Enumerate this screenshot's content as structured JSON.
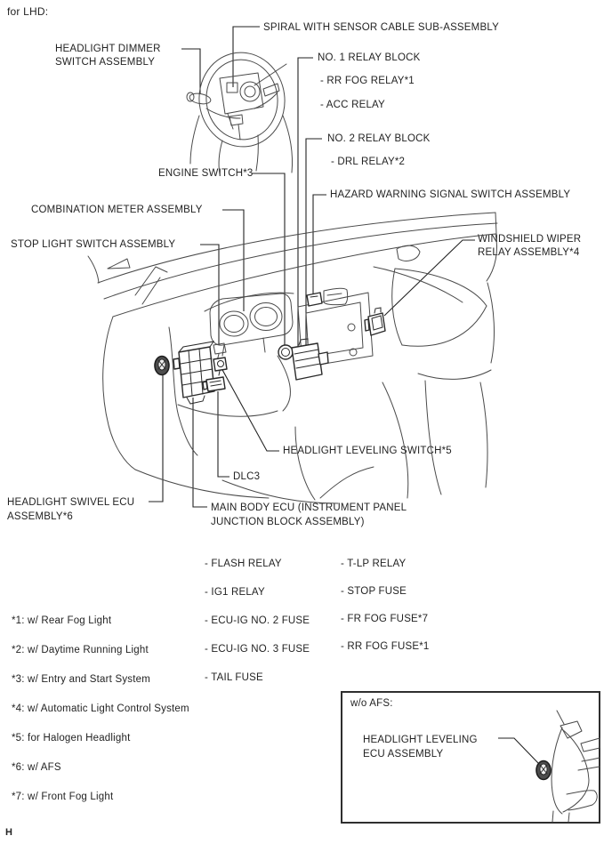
{
  "page": {
    "variant_header": "for LHD:",
    "footer_mark": "H"
  },
  "callouts": {
    "headlight_dimmer": "HEADLIGHT DIMMER\nSWITCH ASSEMBLY",
    "spiral_cable": "SPIRAL WITH SENSOR CABLE SUB-ASSEMBLY",
    "no1_relay_block": "NO. 1 RELAY BLOCK",
    "rr_fog_relay": "- RR FOG RELAY*1",
    "acc_relay": "- ACC RELAY",
    "no2_relay_block": "NO. 2 RELAY BLOCK",
    "drl_relay": "- DRL RELAY*2",
    "engine_switch": "ENGINE SWITCH*3",
    "hazard_switch": "HAZARD WARNING SIGNAL SWITCH ASSEMBLY",
    "combination_meter": "COMBINATION METER ASSEMBLY",
    "stop_light_switch": "STOP LIGHT SWITCH ASSEMBLY",
    "wiper_relay": "WINDSHIELD WIPER\nRELAY ASSEMBLY*4",
    "leveling_switch": "HEADLIGHT LEVELING SWITCH*5",
    "dlc3": "DLC3",
    "swivel_ecu": "HEADLIGHT SWIVEL ECU\nASSEMBLY*6",
    "main_body_ecu": "MAIN BODY ECU (INSTRUMENT PANEL\nJUNCTION BLOCK ASSEMBLY)"
  },
  "relay_fuse_list": {
    "col1": [
      "- FLASH RELAY",
      "- IG1 RELAY",
      "- ECU-IG NO. 2 FUSE",
      "- ECU-IG NO. 3 FUSE",
      "- TAIL FUSE"
    ],
    "col2": [
      "- T-LP RELAY",
      "- STOP FUSE",
      "- FR FOG FUSE*7",
      "- RR FOG FUSE*1"
    ]
  },
  "footnotes": [
    "*1: w/ Rear Fog Light",
    "*2: w/ Daytime Running Light",
    "*3: w/ Entry and Start System",
    "*4: w/ Automatic Light Control System",
    "*5: for Halogen Headlight",
    "*6: w/ AFS",
    "*7: w/ Front Fog Light"
  ],
  "afs_box": {
    "title": "w/o AFS:",
    "label": "HEADLIGHT LEVELING\nECU ASSEMBLY"
  },
  "colors": {
    "line": "#4a4a4a",
    "text": "#232323",
    "background": "#ffffff"
  }
}
